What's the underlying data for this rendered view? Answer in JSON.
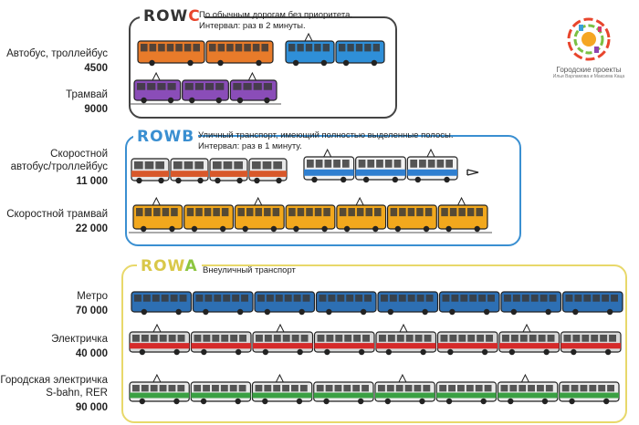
{
  "brand": {
    "name": "Городские проекты",
    "subtitle": "Ильи Варламова и Максима Каца",
    "logo_colors": [
      "#e8452c",
      "#f5a623",
      "#7bc043",
      "#3aa0d8",
      "#8e44ad",
      "#d63a6a"
    ]
  },
  "rows": [
    {
      "id": "C",
      "title_prefix": "ROW",
      "title_letter": "C",
      "letter_color": "#e8452c",
      "frame_color": "#444444",
      "note_line1": "По обычным дорогам без приоритета.",
      "note_line2": "Интервал: раз в 2 минуты.",
      "modes": [
        {
          "label": "Автобус, троллейбус",
          "capacity": "4500"
        },
        {
          "label": "Трамвай",
          "capacity": "9000"
        }
      ]
    },
    {
      "id": "B",
      "title_prefix": "ROW",
      "title_letter": "B",
      "letter_color": "#3a8fd1",
      "frame_color": "#3a8fd1",
      "note_line1": "Уличный транспорт, имеющий полностью выделенные полосы.",
      "note_line2": "Интервал: раз в 1 минуту.",
      "modes": [
        {
          "label_line1": "Скоростной",
          "label_line2": "автобус/троллейбус",
          "capacity": "11 000"
        },
        {
          "label": "Скоростной трамвай",
          "capacity": "22 000"
        }
      ]
    },
    {
      "id": "A",
      "title_prefix": "ROW",
      "title_letter": "A",
      "letter_color": "#8cc63f",
      "frame_color": "#e8d86a",
      "note_line1": "Внеуличный транспорт",
      "modes": [
        {
          "label": "Метро",
          "capacity": "70 000"
        },
        {
          "label": "Электричка",
          "capacity": "40 000"
        },
        {
          "label_line1": "Городская электричка",
          "label_line2": "S-bahn, RER",
          "capacity": "90 000"
        }
      ]
    }
  ],
  "vehicles": [
    {
      "kind": "bus-orange",
      "body_color": "#e87b2a",
      "units": 2
    },
    {
      "kind": "trolleybus-blue",
      "body_color": "#2f8fd8",
      "units": 2
    },
    {
      "kind": "tram-purple",
      "body_color": "#8a4db8",
      "units": 3
    },
    {
      "kind": "brt-bus",
      "body_color": "#e8e8e8",
      "stripe_color": "#d8582a",
      "units": 4
    },
    {
      "kind": "brt-trolley",
      "body_color": "#f2f2f2",
      "stripe_color": "#2f7fd0",
      "units": 3
    },
    {
      "kind": "lrt",
      "body_color": "#f2a81d",
      "units": 7
    },
    {
      "kind": "metro",
      "body_color": "#2d6fb3",
      "units": 8
    },
    {
      "kind": "electrichka",
      "body_color": "#d8d8d8",
      "stripe_color": "#d52a2a",
      "units": 8
    },
    {
      "kind": "s-bahn",
      "body_color": "#eaeaea",
      "stripe_color": "#3aa043",
      "units": 8
    }
  ]
}
